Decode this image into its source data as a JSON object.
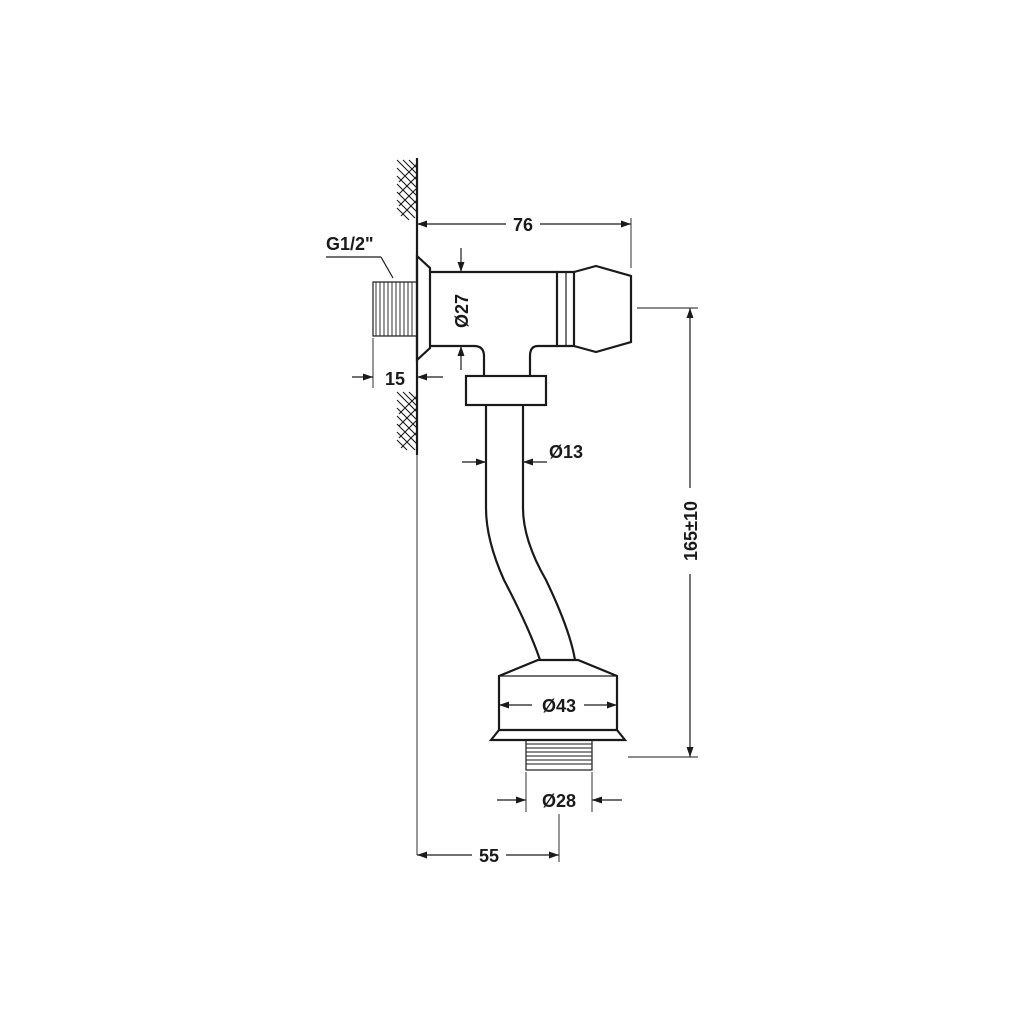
{
  "drawing": {
    "dimensions": {
      "thread": "G1/2\"",
      "depth": "15",
      "width_top": "76",
      "diameter_body": "Ø27",
      "diameter_pipe": "Ø13",
      "height": "165±10",
      "diameter_nut": "Ø43",
      "diameter_outlet": "Ø28",
      "offset": "55"
    }
  }
}
